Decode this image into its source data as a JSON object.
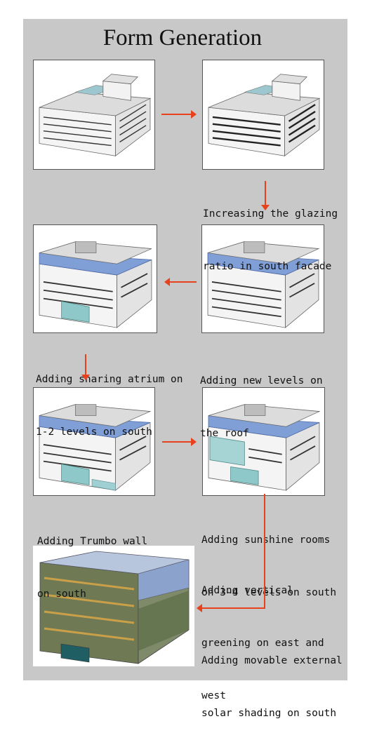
{
  "title": "Form Generation",
  "accent_color": "#e8421c",
  "steps": [
    {
      "caption": [
        "Increasing the glazing",
        "ratio in south facade"
      ]
    },
    {
      "caption": [
        "Adding new levels on",
        "the roof"
      ]
    },
    {
      "caption": [
        "Adding sharing atrium on",
        "1-2 levels on south"
      ]
    },
    {
      "caption": [
        "Adding Trumbo wall",
        "on south"
      ]
    },
    {
      "caption": [
        "Adding sunshine rooms",
        "on 3-4 levels on south"
      ]
    },
    {
      "caption": [
        "Adding vertical",
        "greening on east and",
        "west"
      ]
    },
    {
      "caption": [
        "Adding movable external",
        "solar shading on south"
      ]
    }
  ]
}
